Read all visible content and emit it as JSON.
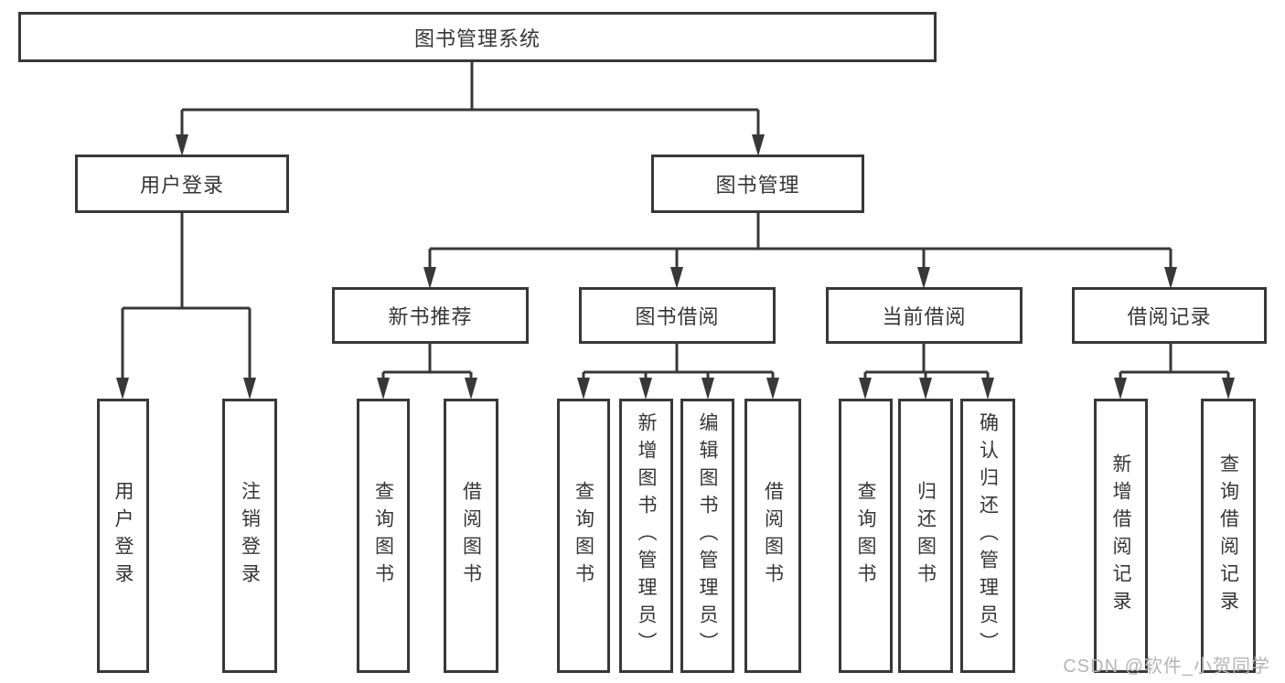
{
  "diagram": {
    "root": {
      "label": "图书管理系统"
    },
    "branches": [
      {
        "label": "用户登录",
        "children": [
          {
            "label": "用户登录"
          },
          {
            "label": "注销登录"
          }
        ]
      },
      {
        "label": "图书管理",
        "children": [
          {
            "label": "新书推荐",
            "children": [
              {
                "label": "查询图书"
              },
              {
                "label": "借阅图书"
              }
            ]
          },
          {
            "label": "图书借阅",
            "children": [
              {
                "label": "查询图书"
              },
              {
                "label": "新增图书（管理员）"
              },
              {
                "label": "编辑图书（管理员）"
              },
              {
                "label": "借阅图书"
              }
            ]
          },
          {
            "label": "当前借阅",
            "children": [
              {
                "label": "查询图书"
              },
              {
                "label": "归还图书"
              },
              {
                "label": "确认归还（管理员）"
              }
            ]
          },
          {
            "label": "借阅记录",
            "children": [
              {
                "label": "新增借阅记录"
              },
              {
                "label": "查询借阅记录"
              }
            ]
          }
        ]
      }
    ]
  },
  "watermark": {
    "text": "CSDN @软件_小贺同学"
  },
  "colors": {
    "line": "#383838",
    "box_border": "#383838",
    "text": "#363636",
    "watermark": "#b5b5b5",
    "background": "#ffffff"
  }
}
